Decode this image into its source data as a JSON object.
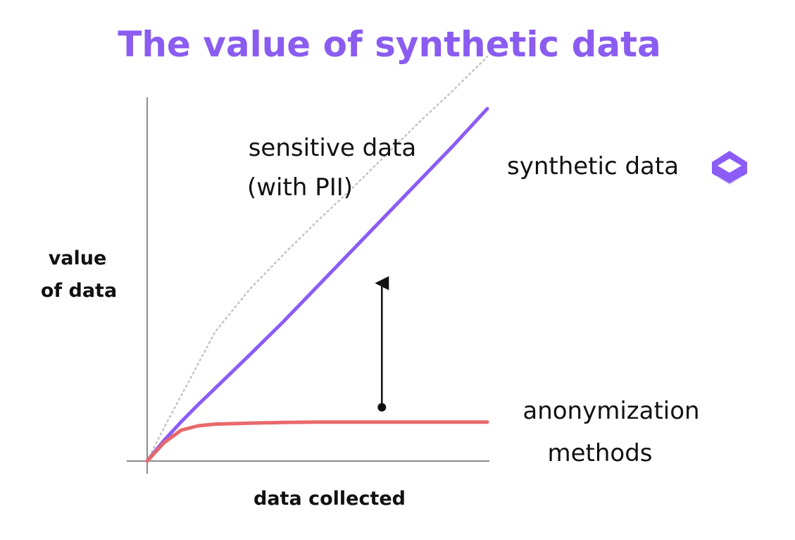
{
  "chart_data": {
    "type": "line",
    "title": "The value of synthetic data",
    "xlabel": "data collected",
    "ylabel_lines": [
      "value",
      "of data"
    ],
    "grid": false,
    "legend": "none",
    "xlim": [
      0,
      10
    ],
    "ylim": [
      0,
      10
    ],
    "x": [
      0,
      0.5,
      1,
      1.5,
      2,
      3,
      4,
      5,
      6,
      7,
      8,
      9,
      10
    ],
    "series": [
      {
        "label_lines": [
          "sensitive data",
          "(with PII)"
        ],
        "style": "dotted",
        "color": "#c4c4c4",
        "values": [
          0,
          1,
          1.95,
          2.9,
          3.85,
          5.1,
          6.15,
          7.15,
          8.1,
          9.1,
          10.1,
          11.05,
          12.05
        ]
      },
      {
        "label_lines": [
          "synthetic data"
        ],
        "style": "solid",
        "color": "#8b5cf6",
        "values": [
          0,
          0.62,
          1.17,
          1.68,
          2.17,
          3.15,
          4.15,
          5.2,
          6.25,
          7.3,
          8.35,
          9.4,
          10.5
        ]
      },
      {
        "label_lines": [
          "anonymization",
          "methods"
        ],
        "style": "solid",
        "color": "#e8696b",
        "values": [
          0,
          0.55,
          0.92,
          1.05,
          1.1,
          1.13,
          1.15,
          1.16,
          1.16,
          1.16,
          1.16,
          1.16,
          1.16
        ]
      }
    ],
    "annotations": [
      {
        "type": "arrow",
        "x": 6.9,
        "from": 1.6,
        "to": 5.3
      }
    ],
    "icon": "layers-logo-icon",
    "colors": {
      "title": "#8a5cf0",
      "axis": "#555555",
      "text": "#111111",
      "logo": "#8b5cf6"
    }
  }
}
